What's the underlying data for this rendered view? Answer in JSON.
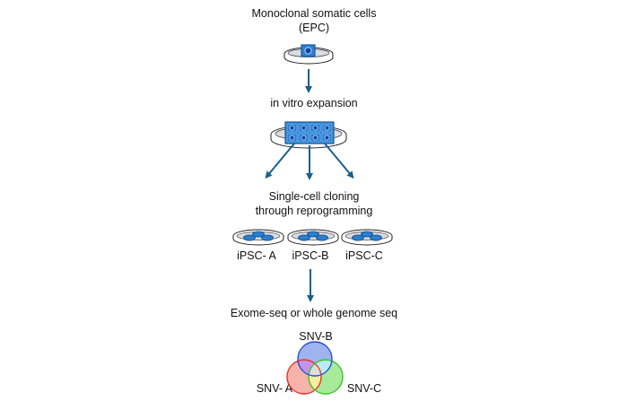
{
  "steps": {
    "source_line1": "Monoclonal somatic cells",
    "source_line2": "(EPC)",
    "expansion": "in vitro expansion",
    "cloning_line1": "Single-cell cloning",
    "cloning_line2": "through reprogramming",
    "sequencing": "Exome-seq or whole genome seq"
  },
  "clones": [
    {
      "label": "iPSC- A"
    },
    {
      "label": "iPSC-B"
    },
    {
      "label": "iPSC-C"
    }
  ],
  "venn": {
    "sets": [
      {
        "label": "SNV- A",
        "color": "#e8342a",
        "fill": "#f6b3aa"
      },
      {
        "label": "SNV-B",
        "color": "#2a4fd6",
        "fill": "#9fb4ef"
      },
      {
        "label": "SNV-C",
        "color": "#3cc42f",
        "fill": "#a9ea9a"
      }
    ],
    "overlap_fills": {
      "ab": "#c494e8",
      "bc": "#b8ecf5",
      "ac": "#f8efa0",
      "abc": "#dedede"
    }
  },
  "colors": {
    "arrow": "#1a5f8a",
    "cell_fill": "#2a7fd0",
    "cell_box": "#1e5a98",
    "dish_inner": "#d9dde3"
  }
}
